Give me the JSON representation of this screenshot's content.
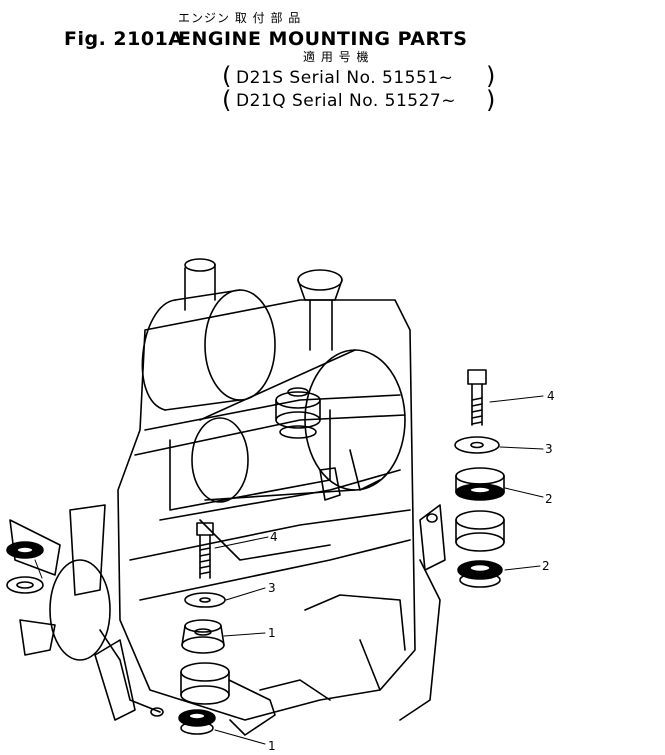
{
  "title": {
    "jp": "エンジン 取 付 部 品",
    "fig": "Fig. 2101A",
    "en": "ENGINE MOUNTING PARTS"
  },
  "applicability": {
    "jp": "適 用 号 機",
    "serials": [
      "D21S Serial No. 51551~",
      "D21Q Serial No. 51527~"
    ]
  },
  "callouts": [
    "4",
    "3",
    "2",
    "2",
    "4",
    "3",
    "1",
    "1"
  ],
  "colors": {
    "ink": "#000000",
    "paper": "#ffffff"
  }
}
